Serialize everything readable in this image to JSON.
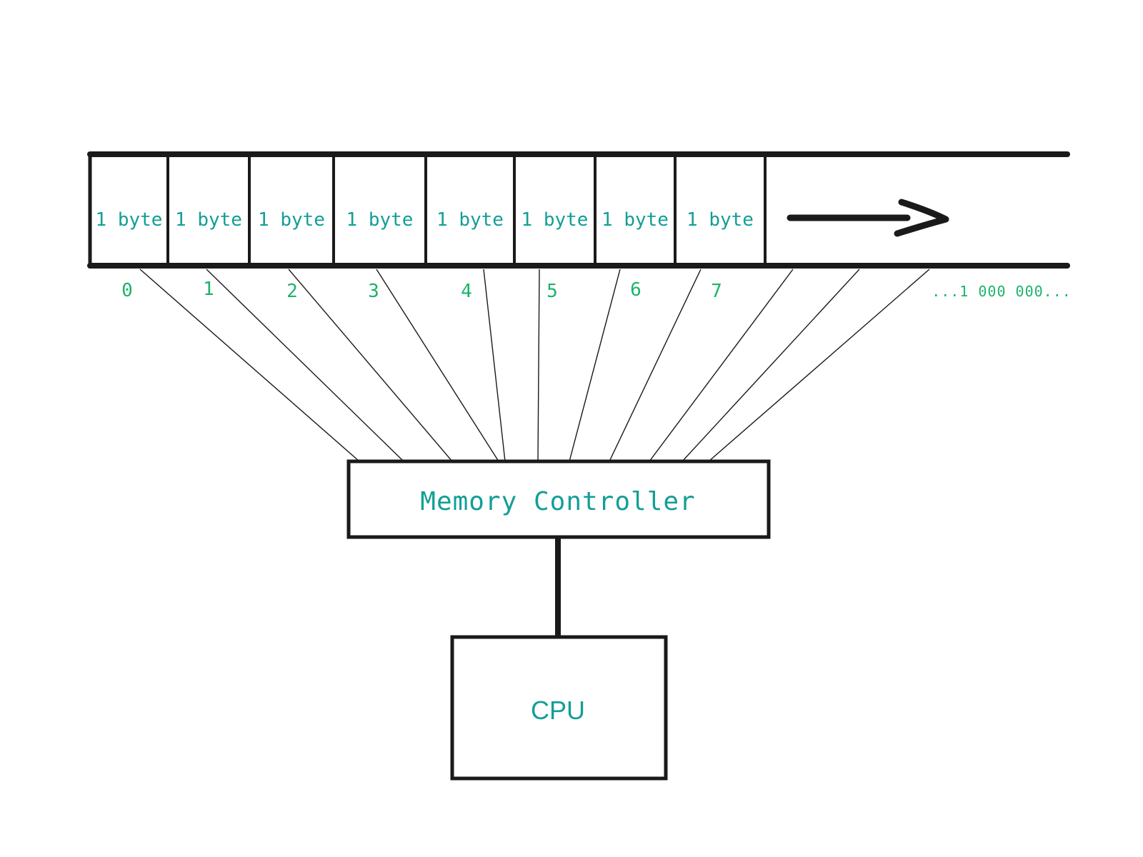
{
  "memory_strip": {
    "cells": [
      {
        "label": "1 byte",
        "address": "0"
      },
      {
        "label": "1 byte",
        "address": "1"
      },
      {
        "label": "1 byte",
        "address": "2"
      },
      {
        "label": "1 byte",
        "address": "3"
      },
      {
        "label": "1 byte",
        "address": "4"
      },
      {
        "label": "1 byte",
        "address": "5"
      },
      {
        "label": "1 byte",
        "address": "6"
      },
      {
        "label": "1 byte",
        "address": "7"
      }
    ],
    "continuation_label": "...1 000 000..."
  },
  "controller": {
    "label": "Memory Controller"
  },
  "cpu": {
    "label": "CPU"
  },
  "colors": {
    "stroke": "#1a1a1a",
    "text_teal": "#139e96",
    "text_green": "#1db26b"
  }
}
